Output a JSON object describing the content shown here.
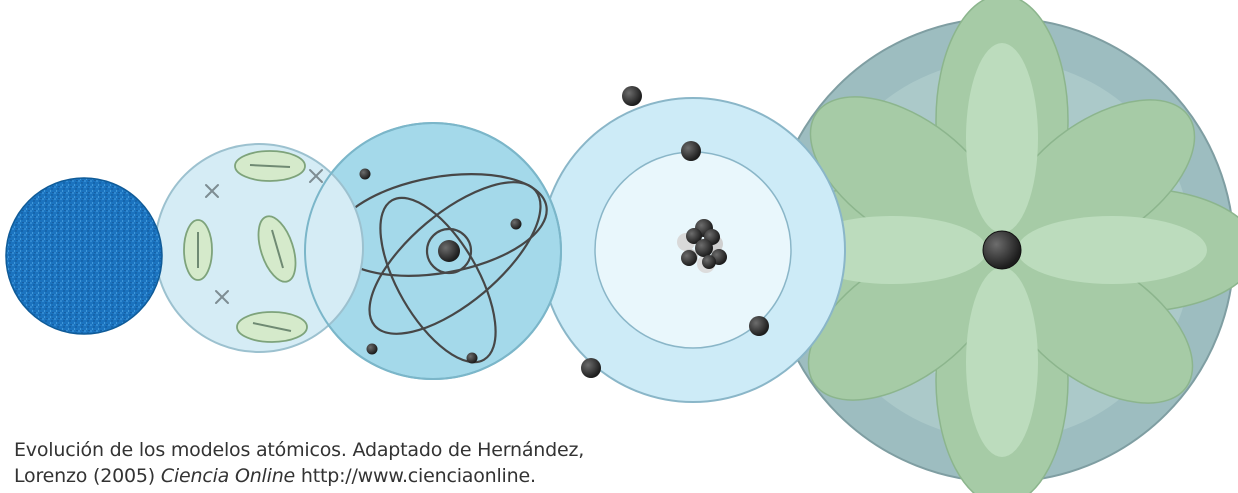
{
  "colors": {
    "dalton_fill": "#1d7ac4",
    "thomson_fill": "#d6edf6",
    "thomson_blob": "#d8ebcf",
    "rutherford_fill": "#9fd8ea",
    "bohr_outer": "#cdecf8",
    "bohr_inner": "#eef9fd",
    "quantum_outer": "#9fbdc0",
    "quantum_lobe": "#a8cfa9",
    "particle": "#2e2e2e",
    "orbit_line": "#4a4a4a"
  },
  "icons": {
    "charge_mark": "x-mark-icon",
    "electron": "electron-icon",
    "nucleus": "nucleus-icon"
  },
  "caption": {
    "line1": "Evolución de los modelos atómicos. Adaptado de Hernández,",
    "line2_prefix": "Lorenzo (2005) ",
    "line2_italic": "Ciencia Online",
    "line2_suffix": " http://www.cienciaonline."
  }
}
